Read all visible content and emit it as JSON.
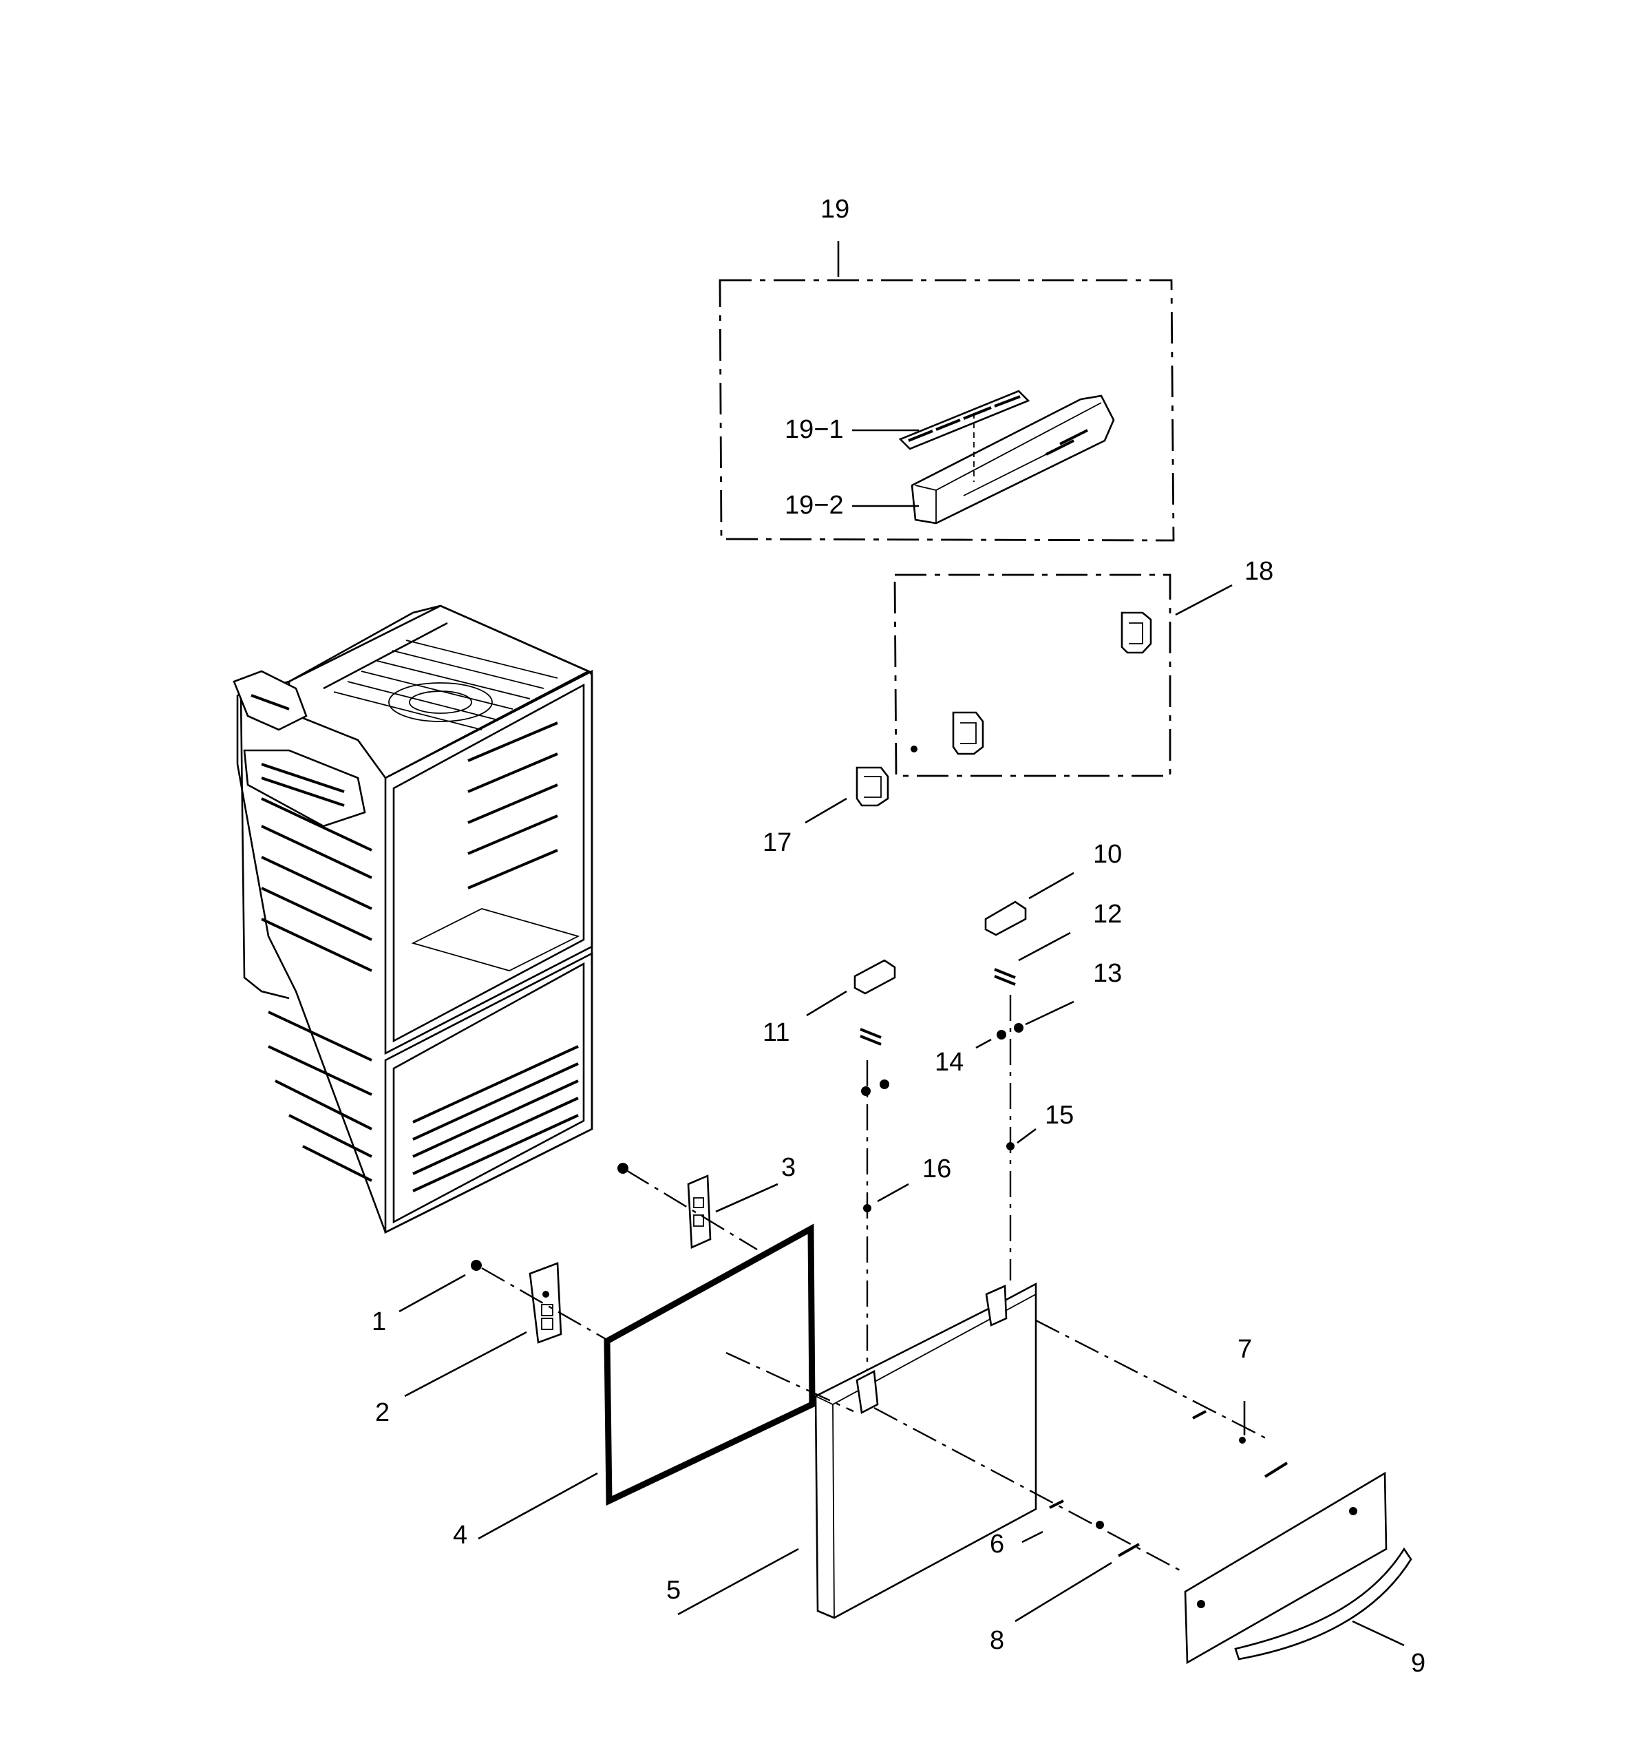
{
  "callouts": {
    "c1": "1",
    "c2": "2",
    "c3": "3",
    "c4": "4",
    "c5": "5",
    "c6": "6",
    "c7": "7",
    "c8": "8",
    "c9": "9",
    "c10": "10",
    "c11": "11",
    "c12": "12",
    "c13": "13",
    "c14": "14",
    "c15": "15",
    "c16": "16",
    "c17": "17",
    "c18": "18",
    "c19": "19",
    "c19_1": "19−1",
    "c19_2": "19−2"
  }
}
